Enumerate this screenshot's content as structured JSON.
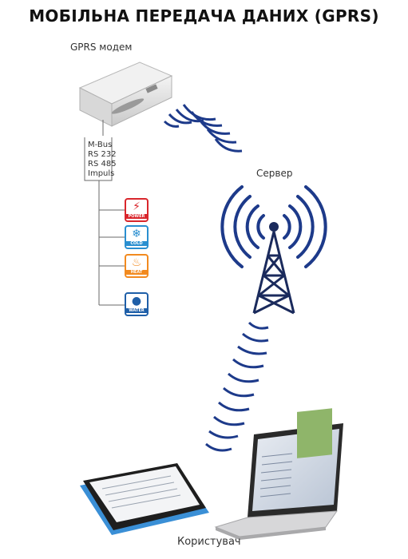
{
  "title": "МОБІЛЬНА ПЕРЕДАЧА ДАНИХ (GPRS)",
  "modem": {
    "label": "GPRS модем"
  },
  "interfaces": [
    "M-Bus",
    "RS 232",
    "RS 485",
    "Impuls"
  ],
  "meters": [
    {
      "name": "POWER",
      "icon": "lightning-icon",
      "color": "#d9262c"
    },
    {
      "name": "COLD",
      "icon": "snowflake-icon",
      "color": "#2a8fd0"
    },
    {
      "name": "HEAT",
      "icon": "flame-icon",
      "color": "#f28a1f"
    },
    {
      "name": "WATER",
      "icon": "water-drop-icon",
      "color": "#1f5fa8"
    }
  ],
  "server": {
    "label": "Сервер"
  },
  "user": {
    "label": "Користувач"
  },
  "colors": {
    "signal": "#1d3a8a",
    "tower": "#1a2a5c",
    "connector": "#555555"
  }
}
